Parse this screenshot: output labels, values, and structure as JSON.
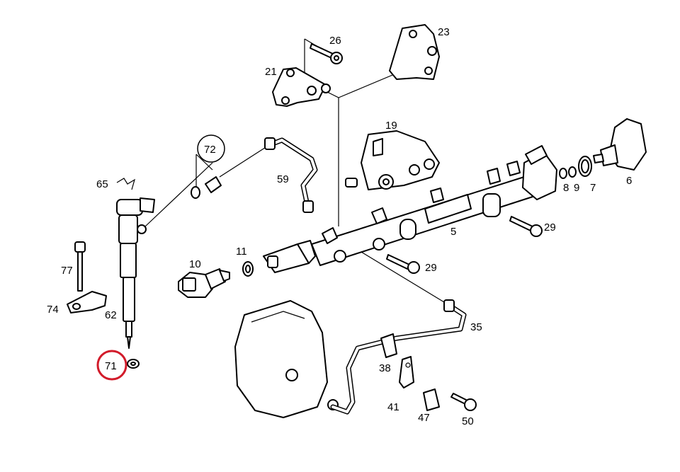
{
  "labels": {
    "l5": "5",
    "l6": "6",
    "l7": "7",
    "l8": "8",
    "l9": "9",
    "l10": "10",
    "l11": "11",
    "l19": "19",
    "l21": "21",
    "l23": "23",
    "l26": "26",
    "l29a": "29",
    "l29b": "29",
    "l35": "35",
    "l38": "38",
    "l41": "41",
    "l47": "47",
    "l50": "50",
    "l59": "59",
    "l62": "62",
    "l65": "65",
    "l71": "71",
    "l72": "72",
    "l74": "74",
    "l77": "77"
  },
  "highlight": {
    "part": "71",
    "color": "#d21b2a"
  }
}
